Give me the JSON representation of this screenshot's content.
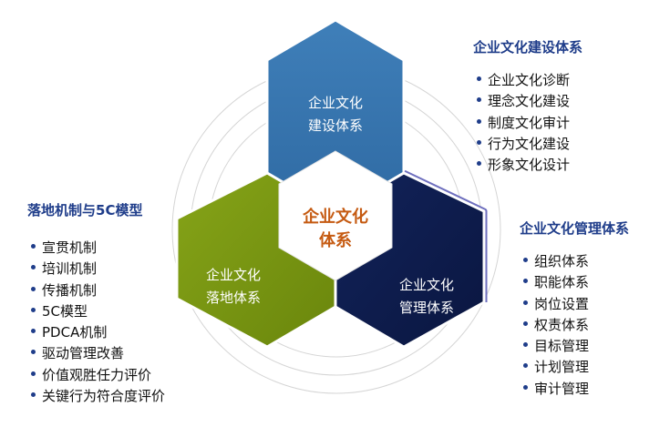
{
  "hexagons": {
    "center": {
      "line1": "企业文化",
      "line2": "体系",
      "color": "#c55a11"
    },
    "top": {
      "line1": "企业文化",
      "line2": "建设体系",
      "color": "#3a79b4"
    },
    "left": {
      "line1": "企业文化",
      "line2": "落地体系",
      "color": "#77940f"
    },
    "right": {
      "line1": "企业文化",
      "line2": "管理体系",
      "color": "#0e1c4a"
    }
  },
  "panels": {
    "build": {
      "title": "企业文化建设体系",
      "items": [
        "企业文化诊断",
        "理念文化建设",
        "制度文化审计",
        "行为文化建设",
        "形象文化设计"
      ]
    },
    "manage": {
      "title": "企业文化管理体系",
      "items": [
        "组织体系",
        "职能体系",
        "岗位设置",
        "权责体系",
        "目标管理",
        "计划管理",
        "审计管理"
      ]
    },
    "landing": {
      "title": "落地机制与5C模型",
      "items": [
        "宣贯机制",
        "培训机制",
        "传播机制",
        "5C模型",
        "PDCA机制",
        "驱动管理改善",
        "价值观胜任力评价",
        "关键行为符合度评价"
      ]
    }
  },
  "colors": {
    "title_text": "#1f3d8a",
    "bullet": "#1f3d8a",
    "purple_edge": "#6e6fbe",
    "rings": "#d5d5d5"
  }
}
